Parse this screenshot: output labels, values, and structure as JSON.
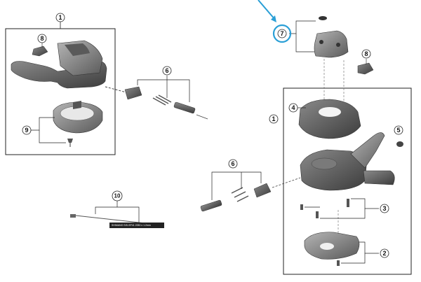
{
  "diagram": {
    "callouts": {
      "c1_left": "1",
      "c8_left": "8",
      "c9": "9",
      "c6_top": "6",
      "c7": "7",
      "c8_right": "8",
      "c1_right": "1",
      "c4": "4",
      "c5": "5",
      "c6_bottom": "6",
      "c3": "3",
      "c2": "2",
      "c10": "10"
    },
    "cable_label": "SHIMANO SIS-SP41 2050 x 1.2mm",
    "colors": {
      "highlight": "#2a9fd6",
      "part_dark": "#4a4a4a",
      "part_mid": "#6e6e6e",
      "part_light": "#9a9a9a",
      "line": "#222222"
    },
    "icons": [
      "highlight-arrow-icon"
    ]
  }
}
